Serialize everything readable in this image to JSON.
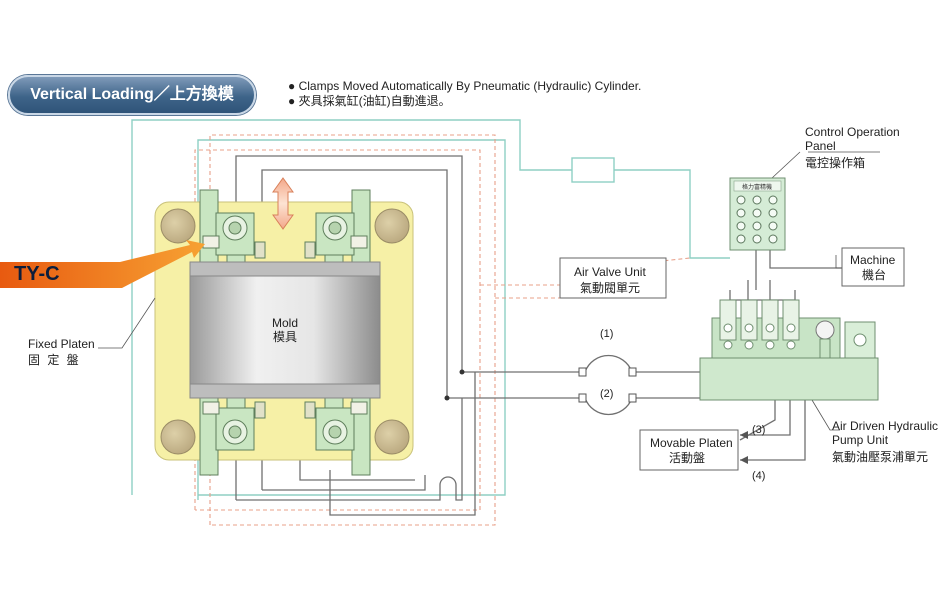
{
  "header": {
    "title": "Vertical Loading／上方換模",
    "bullets": [
      "● Clamps Moved Automatically By Pneumatic (Hydraulic) Cylinder.",
      "● 夾具採氣缸(油缸)自動進退。"
    ]
  },
  "labels": {
    "ty_c": "TY-C",
    "mold_en": "Mold",
    "mold_zh": "模具",
    "fixed_platen_en": "Fixed Platen",
    "fixed_platen_zh": "固 定 盤",
    "control_panel_en_1": "Control Operation",
    "control_panel_en_2": "Panel",
    "control_panel_zh": "電控操作箱",
    "machine_en": "Machine",
    "machine_zh": "機台",
    "air_valve_en": "Air Valve Unit",
    "air_valve_zh": "氣動閥單元",
    "movable_platen_en": "Movable Platen",
    "movable_platen_zh": "活動盤",
    "pump_en_1": "Air Driven Hydraulic",
    "pump_en_2": "Pump Unit",
    "pump_zh": "氣動油壓泵浦單元",
    "line_1": "(1)",
    "line_2": "(2)",
    "line_3": "(3)",
    "line_4": "(4)",
    "panel_header": "格力富精機"
  },
  "colors": {
    "air_line": "#8fcfc4",
    "hydraulic_line": "#707070",
    "dashed_line": "#e8a08a",
    "platen_fill": "#f6f0a6",
    "clamp_fill": "#c9e6c2",
    "arrow_orange": "#f07a1e",
    "title_blue": "#3e6489"
  }
}
